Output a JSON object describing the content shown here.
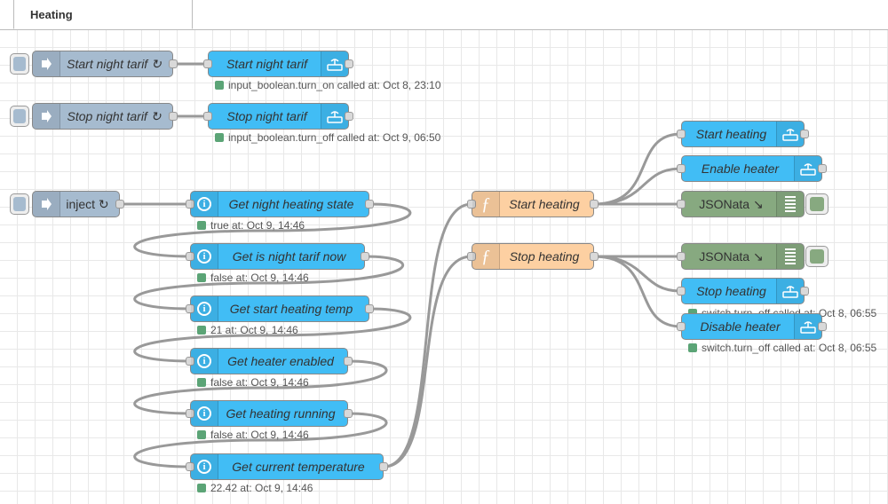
{
  "tab": {
    "title": "Heating"
  },
  "nodes": {
    "inject_start_tarif": {
      "label": "Start night tarif ↻"
    },
    "ha_start_tarif": {
      "label": "Start night tarif",
      "status": "input_boolean.turn_on called at: Oct 8, 23:10"
    },
    "inject_stop_tarif": {
      "label": "Stop night tarif ↻"
    },
    "ha_stop_tarif": {
      "label": "Stop night tarif",
      "status": "input_boolean.turn_off called at: Oct 9, 06:50"
    },
    "inject_main": {
      "label": "inject ↻"
    },
    "get_night_heating_state": {
      "label": "Get night heating state",
      "status": "true at: Oct 9, 14:46"
    },
    "get_is_night_tarif_now": {
      "label": "Get is night tarif now",
      "status": "false at: Oct 9, 14:46"
    },
    "get_start_heating_temp": {
      "label": "Get start heating temp",
      "status": "21 at: Oct 9, 14:46"
    },
    "get_heater_enabled": {
      "label": "Get heater enabled",
      "status": "false at: Oct 9, 14:46"
    },
    "get_heating_running": {
      "label": "Get heating running",
      "status": "false at: Oct 9, 14:46"
    },
    "get_current_temperature": {
      "label": "Get current temperature",
      "status": "22.42 at: Oct 9, 14:46"
    },
    "fn_start_heating": {
      "label": "Start heating"
    },
    "fn_stop_heating": {
      "label": "Stop heating"
    },
    "ha_start_heating": {
      "label": "Start heating"
    },
    "ha_enable_heater": {
      "label": "Enable heater"
    },
    "jsonata_1": {
      "label": "JSONata ↘"
    },
    "jsonata_2": {
      "label": "JSONata ↘"
    },
    "ha_stop_heating": {
      "label": "Stop heating",
      "status": "switch.turn_off called at: Oct 8, 06:55"
    },
    "ha_disable_heater": {
      "label": "Disable heater",
      "status": "switch.turn_off called at: Oct 8, 06:55"
    }
  },
  "colors": {
    "inject": "#a6bbcf",
    "home_assistant": "#41bdf5",
    "function": "#fdd0a2",
    "jsonata": "#87a980",
    "status_dot": "#5ba476",
    "wire": "#999999"
  },
  "icons": {
    "inject": "arrow-right-icon",
    "home_assistant": "router-icon",
    "current_state": "info-icon",
    "function": "function-icon",
    "debug": "list-icon"
  }
}
